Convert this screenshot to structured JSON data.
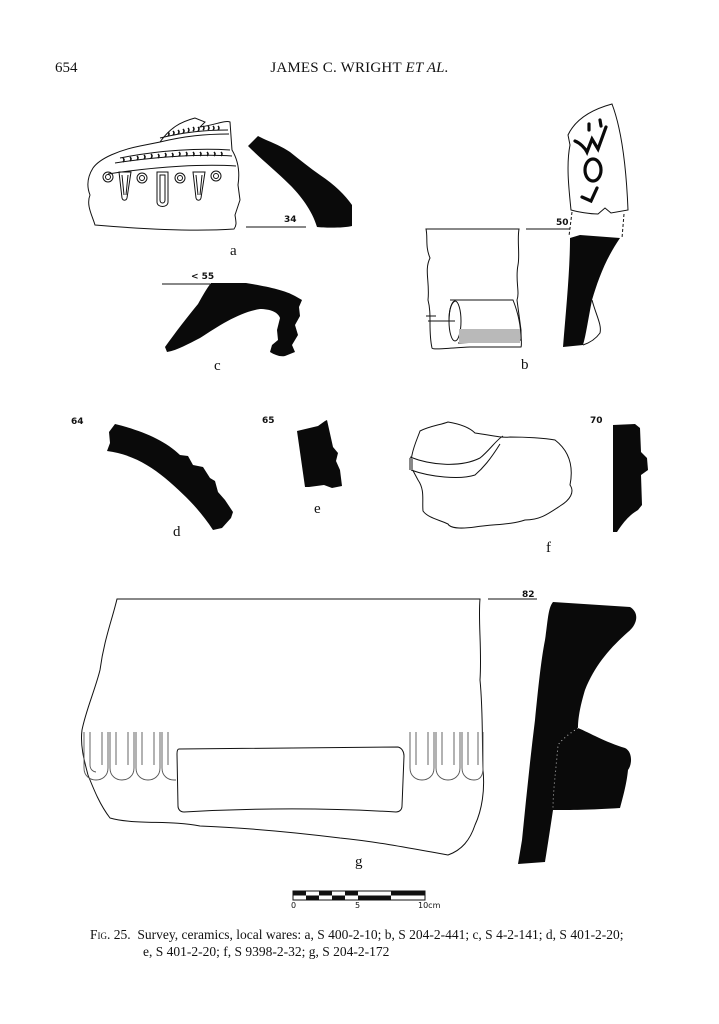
{
  "header": {
    "page_number": "654",
    "running_head_main": "JAMES C. WRIGHT ",
    "running_head_italic": "ET AL."
  },
  "figure": {
    "fragments": [
      {
        "id": "a",
        "label": "a",
        "diameter": "34"
      },
      {
        "id": "b",
        "label": "b",
        "diameter": "50"
      },
      {
        "id": "c",
        "label": "c",
        "diameter": "< 55"
      },
      {
        "id": "d",
        "label": "d",
        "diameter": "64"
      },
      {
        "id": "e",
        "label": "e",
        "diameter": "65"
      },
      {
        "id": "f",
        "label": "f",
        "diameter": "70"
      },
      {
        "id": "g",
        "label": "g",
        "diameter": "82"
      }
    ],
    "scale_bar": {
      "labels": [
        "0",
        "5",
        "10cm"
      ]
    }
  },
  "caption": {
    "fig_number": "Fig. 25.",
    "line1": "Survey, ceramics, local wares: a, S 400-2-10; b, S 204-2-441; c, S 4-2-141; d, S 401-2-20;",
    "line2": "e, S 401-2-20; f, S 9398-2-32; g, S 204-2-172"
  }
}
